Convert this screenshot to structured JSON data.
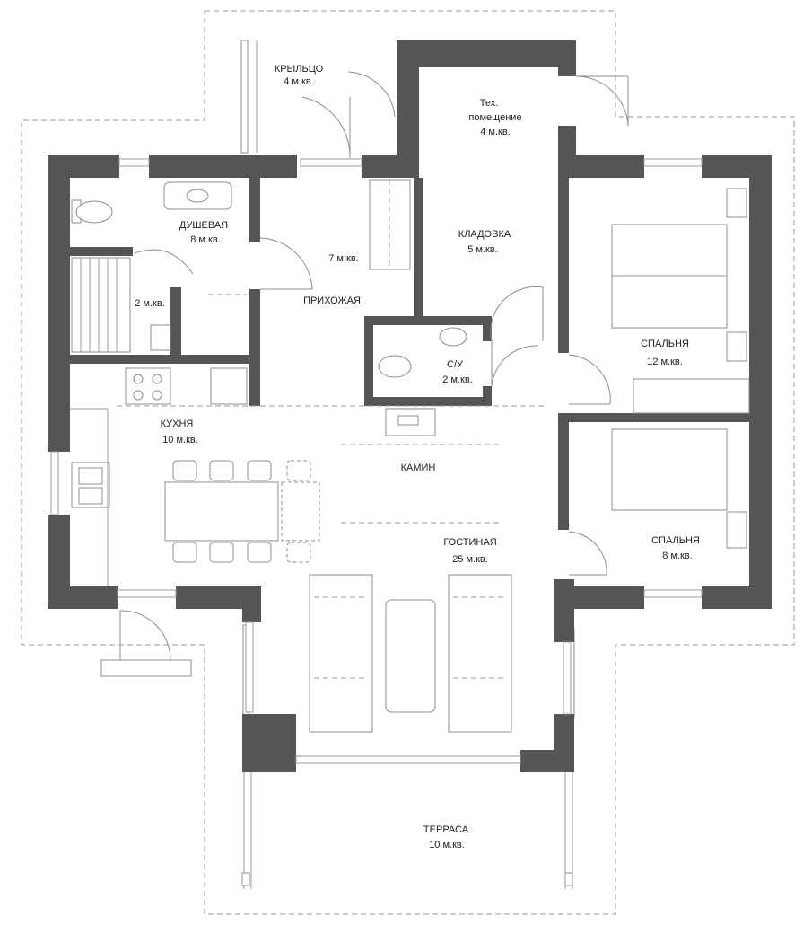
{
  "plan": {
    "rooms": [
      {
        "id": "porch",
        "name": "КРЫЛЬЦО",
        "area": "4 м.кв."
      },
      {
        "id": "tech",
        "name_lines": [
          "Тех.",
          "помещение"
        ],
        "area": "4 м.кв."
      },
      {
        "id": "shower",
        "name": "ДУШЕВАЯ",
        "area": "8 м.кв."
      },
      {
        "id": "sauna",
        "area": "2 м.кв."
      },
      {
        "id": "hall",
        "name": "ПРИХОЖАЯ",
        "area": "7 м.кв."
      },
      {
        "id": "storage",
        "name": "КЛАДОВКА",
        "area": "5 м.кв."
      },
      {
        "id": "wc",
        "name": "С/У",
        "area": "2 м.кв."
      },
      {
        "id": "bedroom1",
        "name": "СПАЛЬНЯ",
        "area": "12 м.кв."
      },
      {
        "id": "kitchen",
        "name": "КУХНЯ",
        "area": "10 м.кв."
      },
      {
        "id": "fireplace",
        "name": "КАМИН"
      },
      {
        "id": "living",
        "name": "ГОСТИНАЯ",
        "area": "25 м.кв."
      },
      {
        "id": "bedroom2",
        "name": "СПАЛЬНЯ",
        "area": "8 м.кв."
      },
      {
        "id": "terrace",
        "name": "ТЕРРАСА",
        "area": "10 м.кв."
      }
    ],
    "colors": {
      "wall": "#555558",
      "line": "#9a9a9a",
      "background": "#ffffff"
    }
  }
}
